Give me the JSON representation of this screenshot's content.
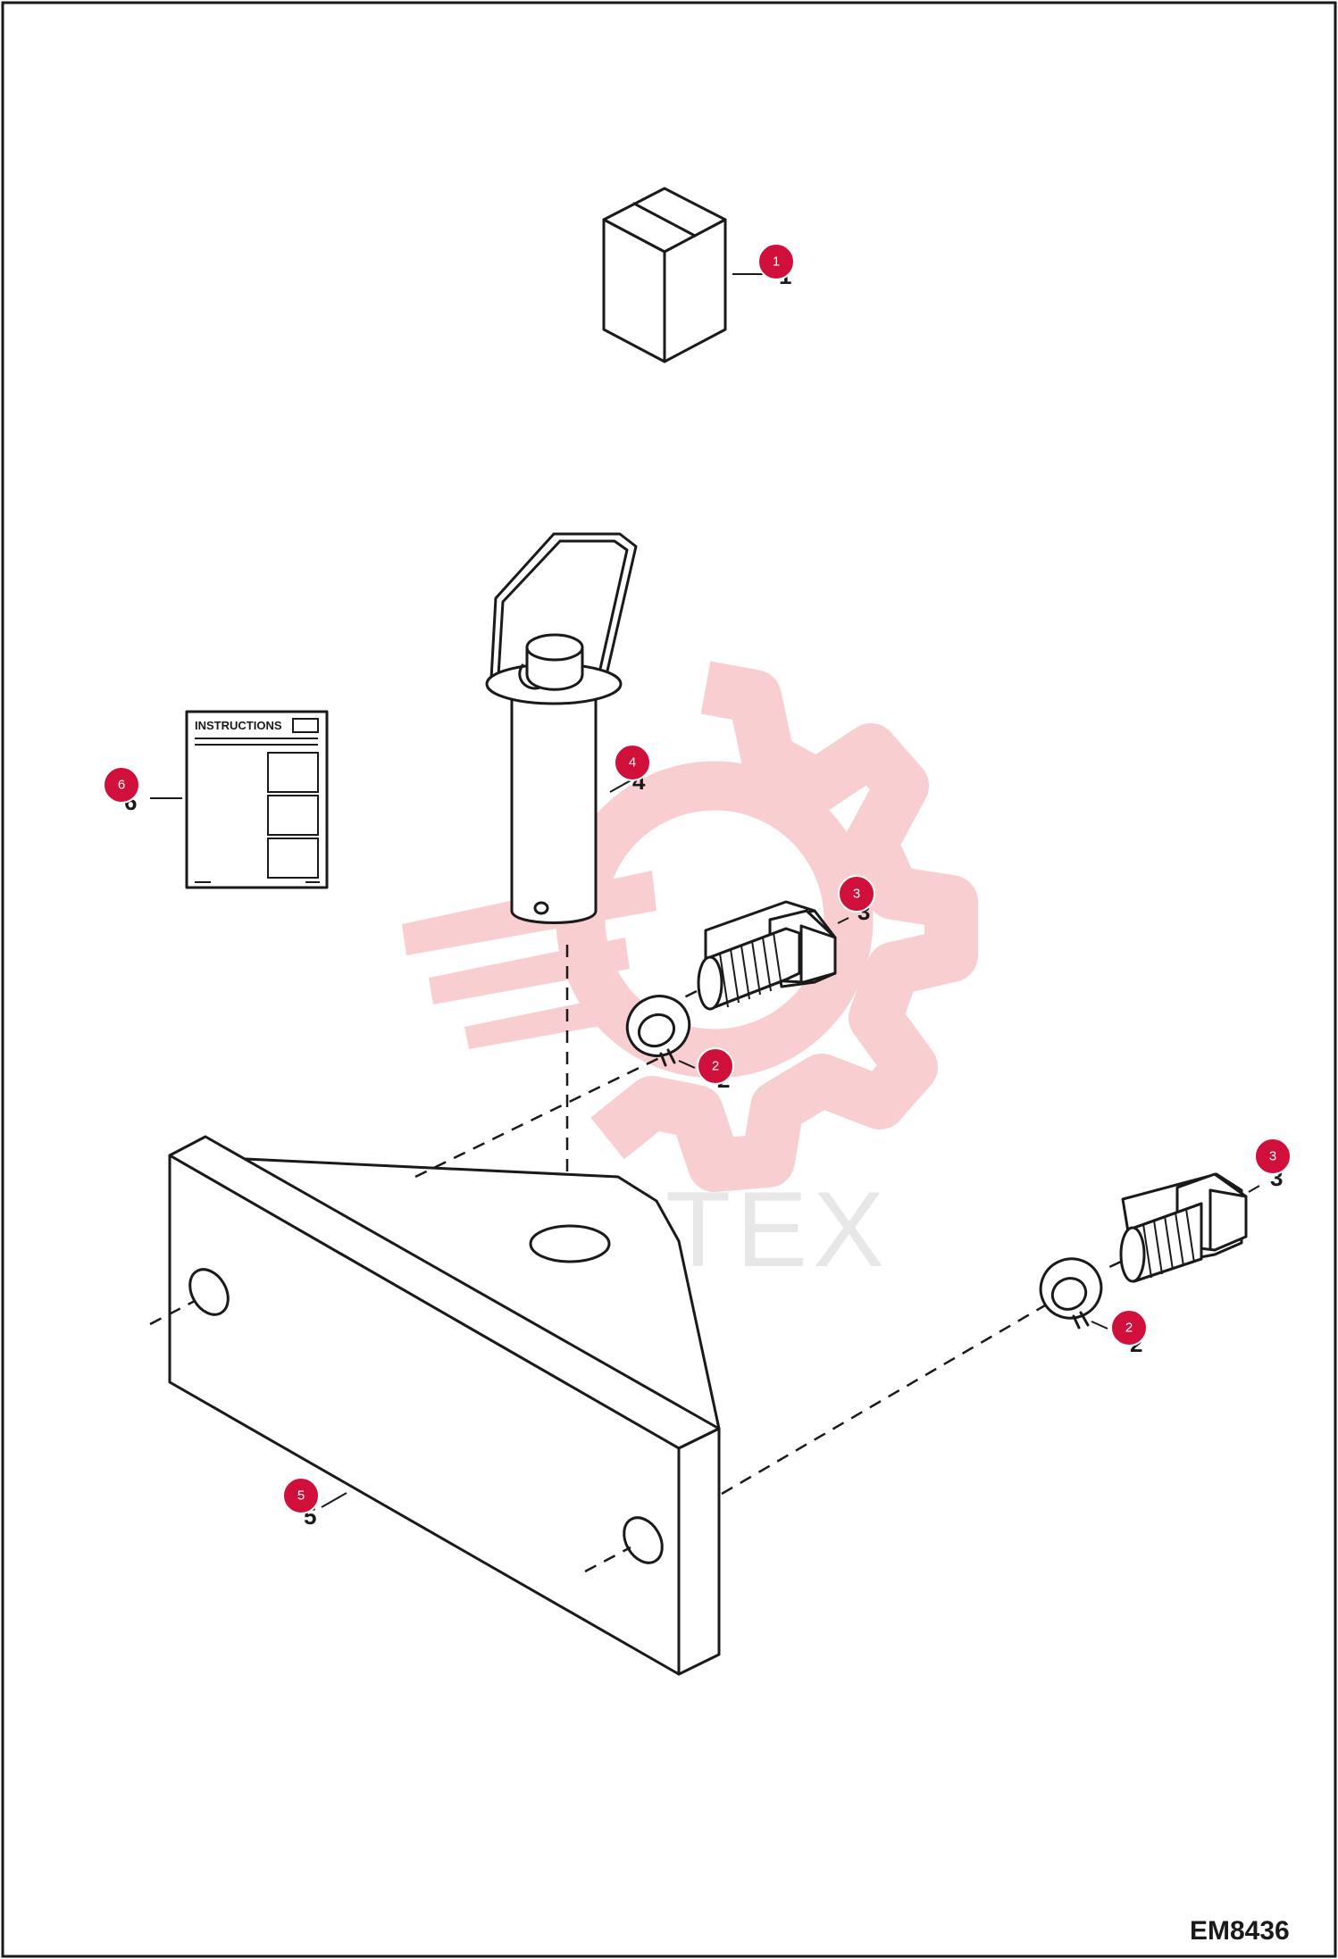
{
  "drawing_code": "EM8436",
  "instruction_sheet": {
    "title": "INSTRUCTIONS"
  },
  "watermark": {
    "text": "ИНТЕХ",
    "color": "#f5c5c8"
  },
  "callouts": [
    {
      "number": "1",
      "part": "kit-box"
    },
    {
      "number": "4",
      "part": "lynch-pin"
    },
    {
      "number": "6",
      "part": "instruction-sheet"
    },
    {
      "number": "3",
      "part": "bolt-upper"
    },
    {
      "number": "2",
      "part": "lock-washer-upper"
    },
    {
      "number": "3",
      "part": "bolt-lower"
    },
    {
      "number": "2",
      "part": "lock-washer-lower"
    },
    {
      "number": "5",
      "part": "mounting-bracket"
    }
  ],
  "colors": {
    "callout": "#d0103a",
    "line": "#1a1a1a",
    "background": "#ffffff"
  }
}
